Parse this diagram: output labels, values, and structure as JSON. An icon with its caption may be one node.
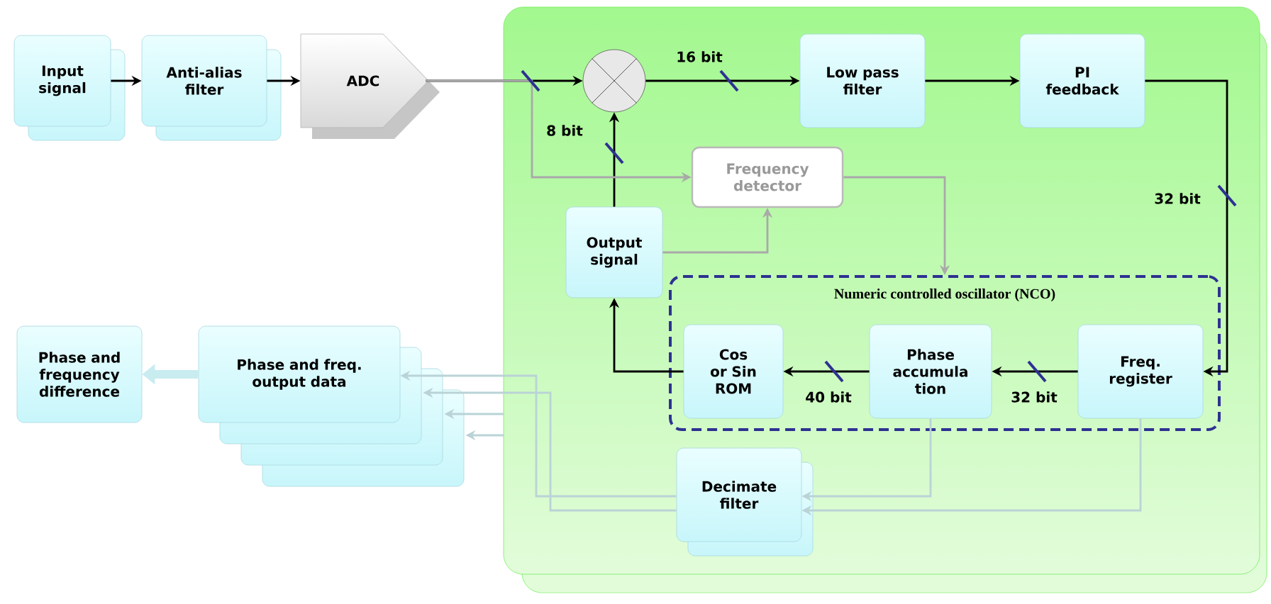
{
  "diagram": {
    "nodes": [
      {
        "text": [
          "Input signal"
        ]
      },
      {
        "text": [
          "Anti-alias filter"
        ]
      },
      {
        "text": [
          "ADC"
        ]
      },
      {
        "text": [],
        "shape": "circle"
      },
      {
        "text": [
          "Low pass filter"
        ]
      },
      {
        "text": [
          "PI feedback"
        ]
      },
      {
        "text": [
          "Frequency detector"
        ]
      },
      {
        "text": [
          "Output signal"
        ]
      },
      {
        "text": [
          "Numeric controlled oscillator (NCO)"
        ]
      },
      {
        "text": [
          "Cos or Sin ROM"
        ],
        "in": 8
      },
      {
        "text": [
          "Phase accumula tion"
        ],
        "in": 8
      },
      {
        "text": [
          "Freq. register"
        ],
        "in": 8
      },
      {
        "text": [
          "Decimate filter"
        ]
      },
      {
        "text": [
          "Phase and freq. output data"
        ]
      },
      {
        "text": [
          "Phase and frequency difference"
        ]
      }
    ],
    "edges": [
      {
        "from": 0,
        "to": 1,
        "arrow": "to"
      },
      {
        "from": 1,
        "to": 2,
        "arrow": "to"
      },
      {
        "from": 2,
        "to": 3,
        "arrow": "to"
      },
      {
        "from": 3,
        "to": 4,
        "arrow": "to",
        "label": "16 bit"
      },
      {
        "from": 4,
        "to": 5,
        "arrow": "to"
      },
      {
        "from": 5,
        "to": 11,
        "arrow": "to",
        "label": "32 bit"
      },
      {
        "from": 11,
        "to": 10,
        "arrow": "to",
        "label": "32 bit"
      },
      {
        "from": 10,
        "to": 9,
        "arrow": "to",
        "label": "40 bit"
      },
      {
        "from": 9,
        "to": 7,
        "arrow": "to"
      },
      {
        "from": 7,
        "to": 3,
        "arrow": "to"
      },
      {
        "from": 2,
        "to": 6,
        "arrow": "to",
        "color": "#a9a9a9"
      },
      {
        "from": 7,
        "to": 6,
        "arrow": "to",
        "color": "#a9a9a9"
      },
      {
        "from": 6,
        "to": 8,
        "arrow": "to",
        "color": "#a9a9a9"
      },
      {
        "from": 10,
        "to": 12,
        "arrow": "to",
        "color": "#b9d3d6"
      },
      {
        "from": 11,
        "to": 12,
        "arrow": "to",
        "color": "#b9d3d6"
      },
      {
        "from": 12,
        "to": 13,
        "arrow": "to",
        "color": "#b9d3d6"
      },
      {
        "from": 12,
        "to": 13,
        "arrow": "to",
        "color": "#b9d3d6"
      },
      {
        "from": null,
        "to": 13,
        "arrow": "to",
        "color": "#b9d3d6"
      },
      {
        "from": null,
        "to": 13,
        "arrow": "to",
        "color": "#b9d3d6"
      },
      {
        "from": 13,
        "to": 14,
        "arrow": "to",
        "style": "thick",
        "color": "#c8ecf0"
      }
    ],
    "labels": [
      "8 bit"
    ]
  }
}
